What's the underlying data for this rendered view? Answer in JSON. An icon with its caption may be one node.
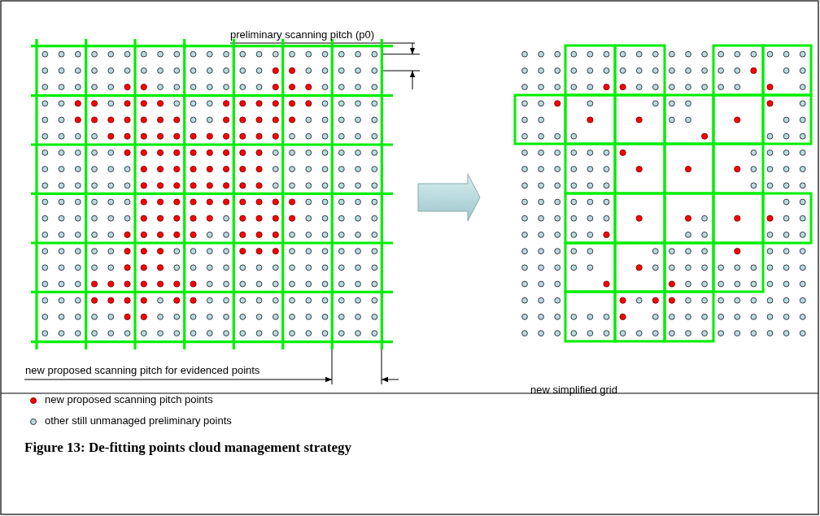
{
  "diagram": {
    "caption": "Figure 13: De-fitting points cloud management strategy",
    "nodes": [
      {
        "text": [],
        "shape": "picture"
      },
      {
        "text": [],
        "shape": "picture"
      }
    ],
    "edges": [
      {
        "from": 0,
        "to": 1,
        "arrow": "to"
      }
    ],
    "labels": [
      "preliminary scanning pitch (p0)",
      "new proposed scanning pitch for evidenced points",
      "new simplified grid"
    ],
    "legend": [
      {
        "text": "new proposed scanning pitch points",
        "color": "#ff0000"
      },
      {
        "text": "other still unmanaged preliminary points",
        "color": "#b8dcdc"
      }
    ]
  }
}
